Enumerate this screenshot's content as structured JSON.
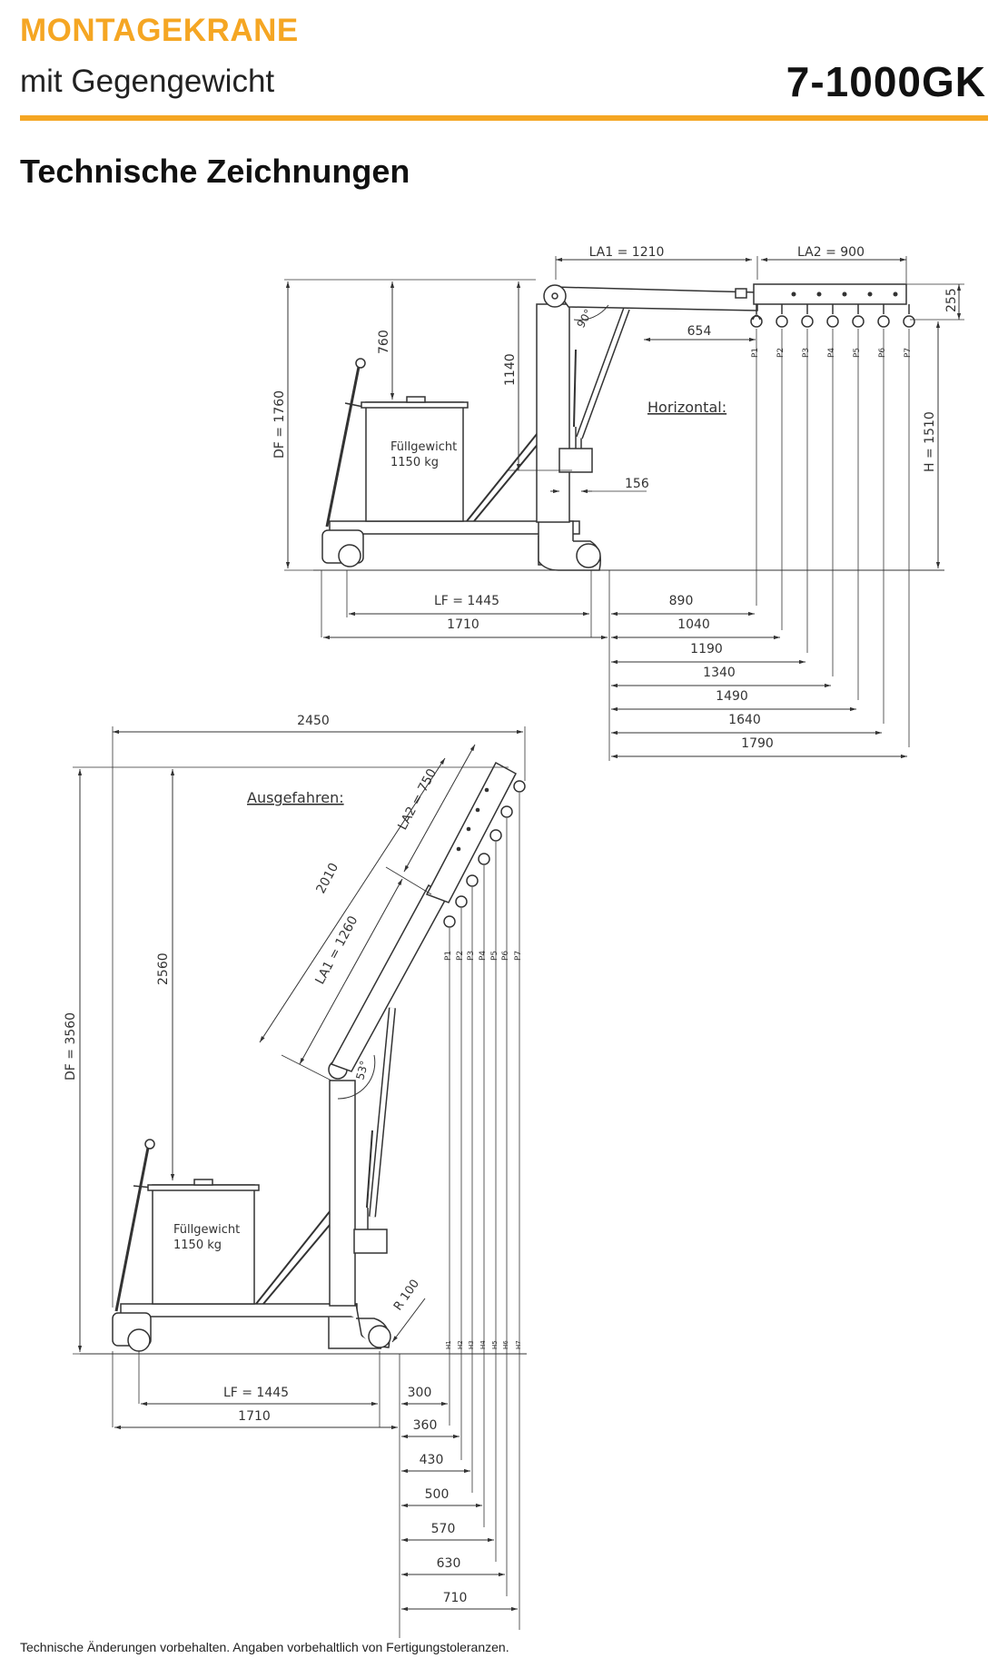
{
  "header": {
    "brand": "MONTAGEKRANE",
    "subtitle": "mit Gegengewicht",
    "model": "7-1000GK",
    "accent_color": "#f5a623"
  },
  "section_title": "Technische Zeichnungen",
  "drawing_horizontal": {
    "label": "Horizontal:",
    "counterweight": "Füllgewicht\n1150 kg",
    "dims": {
      "la1": "LA1 = 1210",
      "la2": "LA2 = 900",
      "d255": "255",
      "d654": "654",
      "d760": "760",
      "d1140": "1140",
      "df": "DF = 1760",
      "h": "H = 1510",
      "d156": "156",
      "d90": "90°",
      "lf": "LF = 1445",
      "d1710": "1710",
      "reach": [
        "890",
        "1040",
        "1190",
        "1340",
        "1490",
        "1640",
        "1790"
      ],
      "points": [
        "P1",
        "P2",
        "P3",
        "P4",
        "P5",
        "P6",
        "P7"
      ]
    }
  },
  "drawing_extended": {
    "label": "Ausgefahren:",
    "counterweight": "Füllgewicht\n1150 kg",
    "dims": {
      "width": "2450",
      "la2": "LA2 = 750",
      "d2010": "2010",
      "la1": "LA1 = 1260",
      "d2560": "2560",
      "df": "DF = 3560",
      "angle": "53°",
      "radius": "R 100",
      "lf": "LF = 1445",
      "d1710": "1710",
      "reach": [
        "300",
        "360",
        "430",
        "500",
        "570",
        "630",
        "710"
      ],
      "points": [
        "P1",
        "P2",
        "P3",
        "P4",
        "P5",
        "P6",
        "P7"
      ],
      "heights": [
        "H1",
        "H2",
        "H3",
        "H4",
        "H5",
        "H6",
        "H7"
      ]
    }
  },
  "footer": "Technische Änderungen vorbehalten. Angaben vorbehaltlich von Fertigungstoleranzen."
}
